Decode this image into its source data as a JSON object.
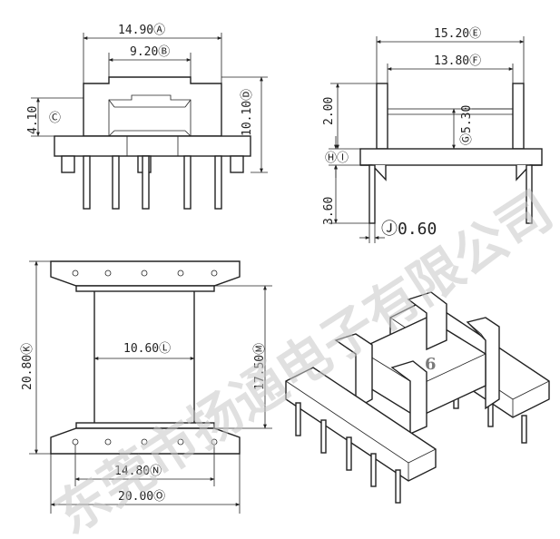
{
  "page_number": "6",
  "watermark": "东莞市扬通电子有限公司",
  "front_view": {
    "dim_a": "14.90Ⓐ",
    "dim_b": "9.20Ⓑ",
    "dim_c": "4.10",
    "dim_c_symbol": "Ⓒ",
    "dim_d": "10.10Ⓓ"
  },
  "side_view": {
    "dim_e": "15.20Ⓔ",
    "dim_f": "13.80Ⓕ",
    "dim_2_00": "2.00",
    "dim_g": "Ⓖ5.30",
    "dim_h_i": "ⒽⒾ",
    "dim_3_60": "3.60",
    "dim_j": "Ⓙ0.60"
  },
  "top_view": {
    "dim_k": "20.80Ⓚ",
    "dim_l": "10.60Ⓛ",
    "dim_m": "17.50Ⓜ",
    "dim_n": "14.80Ⓝ",
    "dim_o": "20.00Ⓞ"
  }
}
